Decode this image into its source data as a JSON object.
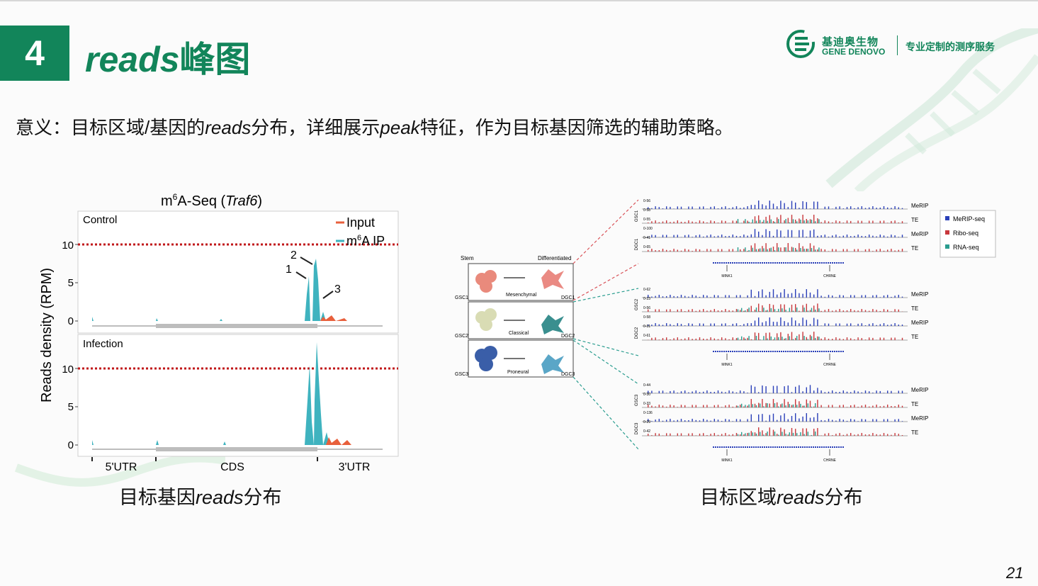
{
  "header": {
    "section_number": "4",
    "title_en": "reads",
    "title_cn": "峰图"
  },
  "logo": {
    "name_cn": "基迪奥生物",
    "name_en": "GENE DENOVO",
    "slogan": "专业定制的测序服务"
  },
  "meaning": {
    "p1": "意义：目标区域/基因的",
    "i1": "reads",
    "p2": "分布，详细展示",
    "i2": "peak",
    "p3": "特征，作为目标基因筛选的辅助策略。"
  },
  "left_figure": {
    "title_pre": "m",
    "title_sup": "6",
    "title_mid": "A-Seq (",
    "title_gene": "Traf6",
    "title_post": ")",
    "ylabel": "Reads density (RPM)",
    "panels": [
      {
        "label": "Control",
        "yticks": [
          "10",
          "5",
          "0"
        ]
      },
      {
        "label": "Infection",
        "yticks": [
          "10",
          "5",
          "0"
        ]
      }
    ],
    "legend": [
      {
        "label": "Input",
        "color": "#e8603c"
      },
      {
        "label_pre": "m",
        "label_sup": "6",
        "label_post": "A IP",
        "color": "#3fb3bf"
      }
    ],
    "annotations": [
      "1",
      "2",
      "3"
    ],
    "regions": [
      "5'UTR",
      "CDS",
      "3'UTR"
    ],
    "caption_pre": "目标基因",
    "caption_i": "reads",
    "caption_post": "分布"
  },
  "right_figure": {
    "stem_label": "Stem",
    "diff_label": "Differentiated",
    "cells": [
      {
        "gsc": "GSC1",
        "dgc": "DGC1",
        "type": "Mesenchymal",
        "stem_color": "#e98a7c",
        "diff_color": "#ea8a83"
      },
      {
        "gsc": "GSC2",
        "dgc": "DGC2",
        "type": "Classical",
        "stem_color": "#d9dcb4",
        "diff_color": "#3a8f8f"
      },
      {
        "gsc": "GSC3",
        "dgc": "DGC3",
        "type": "Proneural",
        "stem_color": "#3a5ea8",
        "diff_color": "#5aa6c7"
      }
    ],
    "track_groups": [
      {
        "rows": [
          "MeRIP",
          "TE",
          "MeRIP",
          "TE"
        ],
        "side": [
          "GSC1",
          "DGC1"
        ],
        "scales": [
          "0-56",
          "0-58",
          "0-55",
          "0-100",
          "0-41",
          "0-65"
        ],
        "genes": [
          "MINK1",
          "CHRNE"
        ]
      },
      {
        "rows": [
          "MeRIP",
          "TE",
          "MeRIP",
          "TE"
        ],
        "side": [
          "GSC2",
          "DGC2"
        ],
        "scales": [
          "0-62",
          "0-23",
          "0-56",
          "0-58",
          "0-31",
          "0-61"
        ],
        "genes": [
          "MINK1",
          "CHRNE"
        ]
      },
      {
        "rows": [
          "MeRIP",
          "TE",
          "MeRIP",
          "TE"
        ],
        "side": [
          "GSC3",
          "DGC3"
        ],
        "scales": [
          "0-44",
          "0-30",
          "0-33",
          "0-136",
          "0-29",
          "0-42"
        ],
        "genes": [
          "MINK1",
          "CHRNE"
        ]
      }
    ],
    "legend": [
      {
        "label": "MeRIP-seq",
        "color": "#2a3fb8"
      },
      {
        "label": "Ribo-seq",
        "color": "#c8383c"
      },
      {
        "label": "RNA-seq",
        "color": "#2a9d8f"
      }
    ],
    "caption_pre": "目标区域",
    "caption_i": "reads",
    "caption_post": "分布"
  },
  "colors": {
    "brand_green": "#12855a",
    "input": "#e8603c",
    "ip": "#3fb3bf",
    "threshold": "#c0171a"
  },
  "page_number": "21"
}
